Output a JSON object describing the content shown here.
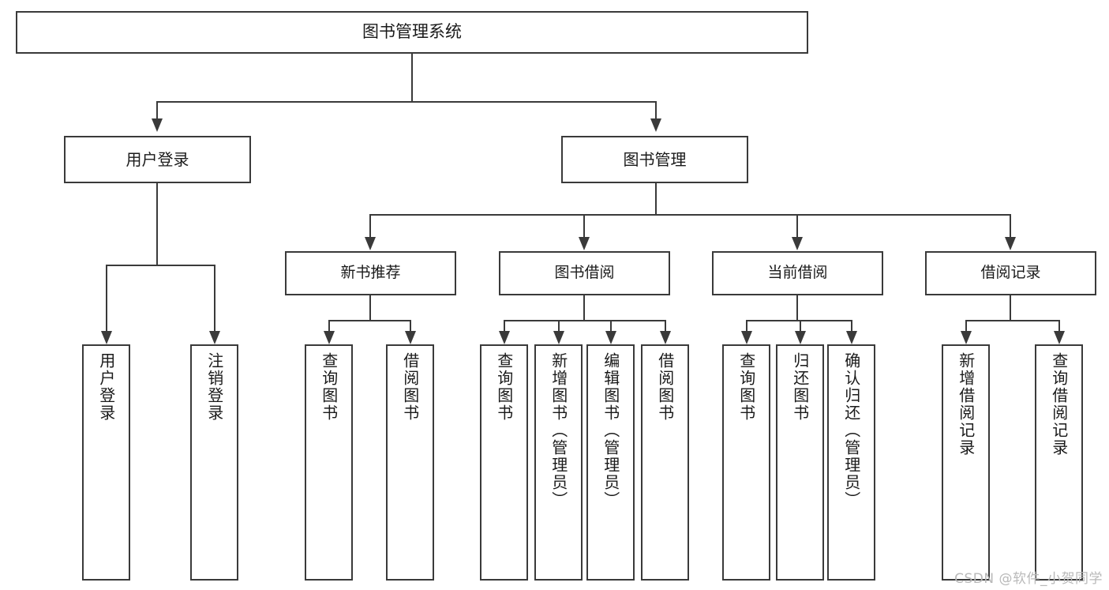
{
  "diagram": {
    "title": "图书管理系统",
    "type": "tree",
    "watermark": "CSDN @软件_小贺同学",
    "colors": {
      "stroke": "#3a3a3a",
      "fill": "#ffffff",
      "text": "#1a1a1a",
      "watermark": "#b9b9b9"
    },
    "root": {
      "label": "图书管理系统"
    },
    "level1": [
      {
        "label": "用户登录"
      },
      {
        "label": "图书管理"
      }
    ],
    "level2": [
      {
        "label": "新书推荐"
      },
      {
        "label": "图书借阅"
      },
      {
        "label": "当前借阅"
      },
      {
        "label": "借阅记录"
      }
    ],
    "leaves": {
      "user_login": [
        {
          "label": "用户登录"
        },
        {
          "label": "注销登录"
        }
      ],
      "new_book_recommend": [
        {
          "label": "查询图书"
        },
        {
          "label": "借阅图书"
        }
      ],
      "book_borrow": [
        {
          "label": "查询图书"
        },
        {
          "label": "新增图书（管理员）"
        },
        {
          "label": "编辑图书（管理员）"
        },
        {
          "label": "借阅图书"
        }
      ],
      "current_borrow": [
        {
          "label": "查询图书"
        },
        {
          "label": "归还图书"
        },
        {
          "label": "确认归还（管理员）"
        }
      ],
      "borrow_records": [
        {
          "label": "新增借阅记录"
        },
        {
          "label": "查询借阅记录"
        }
      ]
    }
  }
}
